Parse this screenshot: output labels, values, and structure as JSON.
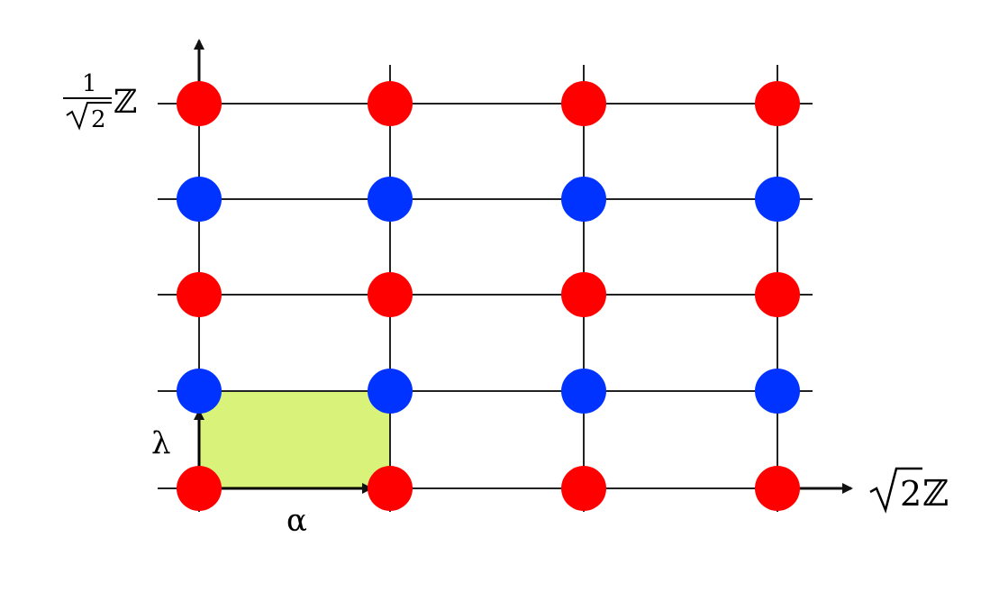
{
  "diagram": {
    "colors": {
      "red_point": "#ff0000",
      "blue_point": "#0033ff",
      "grid_line": "#222222",
      "cell_fill": "#d9f27a",
      "axis": "#111111",
      "arrow_vectors": "#000000"
    },
    "labels": {
      "y_axis_fraction_numerator": "1",
      "y_axis_fraction_root": "2",
      "y_axis_set": "ℤ",
      "x_axis_root": "2",
      "x_axis_set": "ℤ",
      "vector_vertical": "λ",
      "vector_horizontal": "α"
    },
    "lattice": {
      "columns": 4,
      "rows": 5,
      "row_colors_bottom_to_top": [
        "red",
        "blue",
        "red",
        "blue",
        "red"
      ]
    },
    "highlighted_cell": {
      "column": 0,
      "row": 0
    }
  }
}
